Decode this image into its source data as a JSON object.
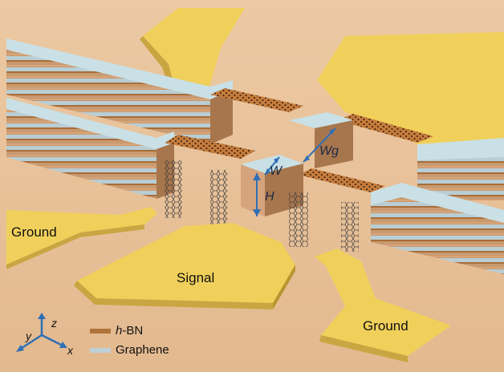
{
  "diagram": {
    "pads": {
      "ground_left": "Ground",
      "signal": "Signal",
      "ground_right": "Ground"
    },
    "dimensions": {
      "gap": "Wg",
      "width": "W",
      "height": "H"
    },
    "legend": {
      "hbn_italic": "h",
      "hbn_rest": "-BN",
      "graphene": "Graphene"
    },
    "axes": {
      "x": "x",
      "y": "y",
      "z": "z"
    },
    "colors": {
      "background": "#e7c29b",
      "gold": "#f1d25c",
      "hbn": "#b0733a",
      "graphene": "#bfcfd6",
      "arrow": "#2f6fb5"
    }
  }
}
